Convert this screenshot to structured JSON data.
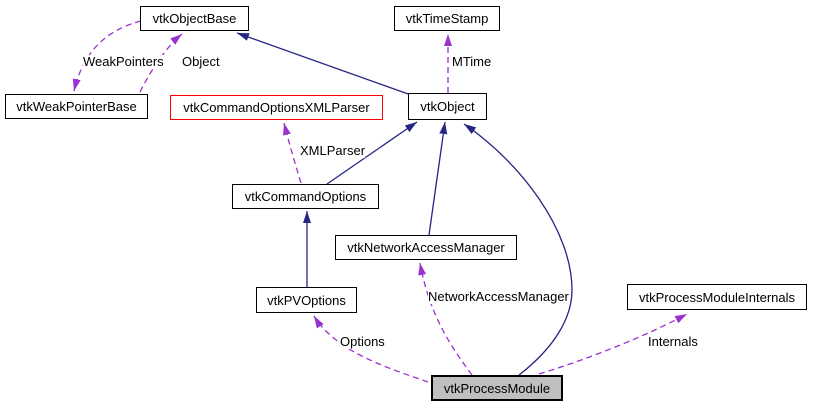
{
  "diagram": {
    "kind": "class-collaboration-graph",
    "focus_class": "vtkProcessModule",
    "nodes": [
      {
        "label": "vtkObjectBase",
        "style": "normal"
      },
      {
        "label": "vtkTimeStamp",
        "style": "normal"
      },
      {
        "label": "vtkWeakPointerBase",
        "style": "normal"
      },
      {
        "label": "vtkCommandOptionsXMLParser",
        "style": "truncated-red-border"
      },
      {
        "label": "vtkObject",
        "style": "normal"
      },
      {
        "label": "vtkCommandOptions",
        "style": "normal"
      },
      {
        "label": "vtkNetworkAccessManager",
        "style": "normal"
      },
      {
        "label": "vtkPVOptions",
        "style": "normal"
      },
      {
        "label": "vtkProcessModuleInternals",
        "style": "normal"
      },
      {
        "label": "vtkProcessModule",
        "style": "focus-gray-fill"
      }
    ],
    "edges": [
      {
        "from": "vtkObject",
        "to": "vtkObjectBase",
        "type": "inheritance",
        "style": "solid",
        "label": ""
      },
      {
        "from": "vtkCommandOptions",
        "to": "vtkObject",
        "type": "inheritance",
        "style": "solid",
        "label": ""
      },
      {
        "from": "vtkNetworkAccessManager",
        "to": "vtkObject",
        "type": "inheritance",
        "style": "solid",
        "label": ""
      },
      {
        "from": "vtkProcessModule",
        "to": "vtkObject",
        "type": "inheritance",
        "style": "solid",
        "label": ""
      },
      {
        "from": "vtkPVOptions",
        "to": "vtkCommandOptions",
        "type": "inheritance",
        "style": "solid",
        "label": ""
      },
      {
        "from": "vtkObjectBase",
        "to": "vtkWeakPointerBase",
        "type": "usage",
        "style": "dashed",
        "label": "WeakPointers"
      },
      {
        "from": "vtkWeakPointerBase",
        "to": "vtkObjectBase",
        "type": "usage",
        "style": "dashed",
        "label": "Object"
      },
      {
        "from": "vtkObject",
        "to": "vtkTimeStamp",
        "type": "usage",
        "style": "dashed",
        "label": "MTime"
      },
      {
        "from": "vtkCommandOptions",
        "to": "vtkCommandOptionsXMLParser",
        "type": "usage",
        "style": "dashed",
        "label": "XMLParser"
      },
      {
        "from": "vtkProcessModule",
        "to": "vtkPVOptions",
        "type": "usage",
        "style": "dashed",
        "label": "Options"
      },
      {
        "from": "vtkProcessModule",
        "to": "vtkNetworkAccessManager",
        "type": "usage",
        "style": "dashed",
        "label": "NetworkAccessManager"
      },
      {
        "from": "vtkProcessModule",
        "to": "vtkProcessModuleInternals",
        "type": "usage",
        "style": "dashed",
        "label": "Internals"
      }
    ],
    "colors": {
      "background": "#ffffff",
      "node_border": "#000000",
      "node_fill": "#ffffff",
      "focus_node_fill": "#bfbfbf",
      "truncated_node_border": "#ff0000",
      "inheritance_edge": "#252584",
      "usage_edge": "#9a32cd",
      "text": "#000000"
    }
  }
}
